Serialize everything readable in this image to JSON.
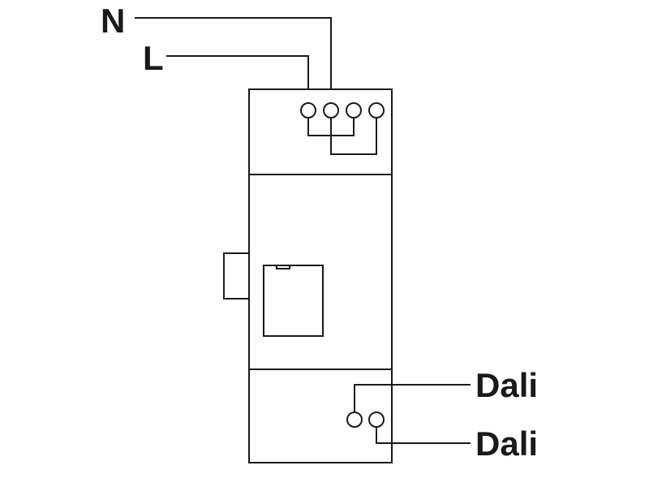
{
  "diagram": {
    "labels": {
      "neutral": "N",
      "line": "L",
      "dali_top": "Dali",
      "dali_bottom": "Dali"
    },
    "terminals": {
      "power_terminal_count": 4,
      "dali_terminal_count": 2
    },
    "colors": {
      "ink": "#1a1a1a",
      "background": "#ffffff"
    }
  }
}
